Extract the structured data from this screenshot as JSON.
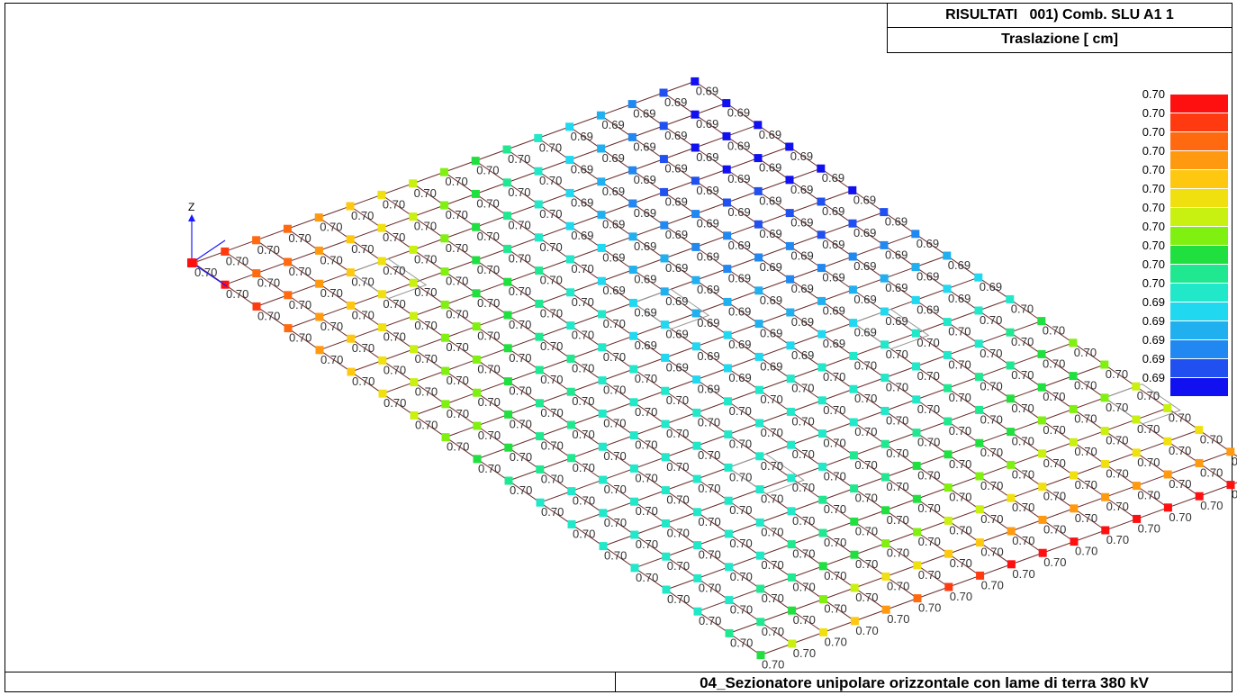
{
  "header": {
    "result_title": "RISULTATI   001) Comb. SLU A1 1",
    "quantity_title": "Traslazione [ cm]"
  },
  "footer": {
    "model_name": "04_Sezionatore unipolare orizzontale con lame di terra 380 kV"
  },
  "axis": {
    "z_label": "Z"
  },
  "legend": {
    "entries": [
      {
        "label": "0.70",
        "color": "#ff1010"
      },
      {
        "label": "0.70",
        "color": "#ff3a10"
      },
      {
        "label": "0.70",
        "color": "#ff6a10"
      },
      {
        "label": "0.70",
        "color": "#ff9a10"
      },
      {
        "label": "0.70",
        "color": "#ffc810"
      },
      {
        "label": "0.70",
        "color": "#f0e010"
      },
      {
        "label": "0.70",
        "color": "#c8f010"
      },
      {
        "label": "0.70",
        "color": "#80f010"
      },
      {
        "label": "0.70",
        "color": "#20e040"
      },
      {
        "label": "0.70",
        "color": "#20e890"
      },
      {
        "label": "0.70",
        "color": "#20e8c8"
      },
      {
        "label": "0.69",
        "color": "#20d8f0"
      },
      {
        "label": "0.69",
        "color": "#20b0f0"
      },
      {
        "label": "0.69",
        "color": "#2088f0"
      },
      {
        "label": "0.69",
        "color": "#2050f0"
      },
      {
        "label": "0.69",
        "color": "#1010f0"
      }
    ]
  },
  "mesh": {
    "rows": 19,
    "cols": 17,
    "value_labels": {
      "high": "0.70",
      "low": "0.69"
    },
    "node_color_field": [
      [
        1,
        1,
        2,
        2,
        3,
        4,
        5,
        6,
        7,
        8,
        9,
        10,
        11,
        12,
        13,
        14,
        15
      ],
      [
        0,
        2,
        2,
        3,
        4,
        5,
        6,
        7,
        8,
        9,
        10,
        11,
        12,
        13,
        14,
        15,
        15
      ],
      [
        1,
        2,
        3,
        4,
        5,
        6,
        7,
        8,
        9,
        10,
        11,
        12,
        13,
        14,
        15,
        15,
        15
      ],
      [
        2,
        3,
        4,
        5,
        6,
        7,
        8,
        9,
        10,
        11,
        12,
        13,
        14,
        14,
        15,
        15,
        15
      ],
      [
        3,
        4,
        5,
        6,
        7,
        8,
        8,
        9,
        10,
        11,
        12,
        13,
        13,
        14,
        14,
        15,
        15
      ],
      [
        4,
        5,
        6,
        7,
        7,
        8,
        9,
        10,
        11,
        12,
        12,
        13,
        13,
        14,
        14,
        14,
        15
      ],
      [
        5,
        6,
        7,
        7,
        8,
        9,
        10,
        10,
        11,
        12,
        12,
        13,
        13,
        13,
        14,
        14,
        14
      ],
      [
        6,
        7,
        7,
        8,
        9,
        9,
        10,
        11,
        11,
        12,
        12,
        12,
        13,
        13,
        13,
        13,
        13
      ],
      [
        7,
        7,
        8,
        9,
        9,
        10,
        10,
        11,
        11,
        11,
        12,
        12,
        12,
        12,
        12,
        12,
        12
      ],
      [
        8,
        8,
        9,
        9,
        10,
        10,
        10,
        11,
        11,
        11,
        11,
        11,
        11,
        11,
        11,
        11,
        11
      ],
      [
        9,
        9,
        9,
        10,
        10,
        10,
        10,
        10,
        10,
        10,
        10,
        10,
        10,
        10,
        10,
        10,
        10
      ],
      [
        10,
        10,
        10,
        10,
        10,
        10,
        10,
        10,
        10,
        10,
        10,
        10,
        10,
        10,
        10,
        9,
        8
      ],
      [
        10,
        10,
        10,
        10,
        10,
        10,
        10,
        10,
        10,
        10,
        10,
        10,
        9,
        9,
        9,
        8,
        7
      ],
      [
        10,
        10,
        10,
        10,
        10,
        10,
        10,
        10,
        9,
        9,
        9,
        9,
        9,
        8,
        8,
        8,
        7
      ],
      [
        10,
        10,
        10,
        10,
        10,
        10,
        9,
        9,
        9,
        8,
        8,
        8,
        8,
        7,
        7,
        7,
        6
      ],
      [
        10,
        10,
        10,
        10,
        9,
        9,
        8,
        8,
        8,
        7,
        7,
        7,
        6,
        6,
        6,
        6,
        6
      ],
      [
        10,
        10,
        9,
        9,
        8,
        8,
        7,
        7,
        6,
        6,
        5,
        5,
        5,
        5,
        5,
        5,
        5
      ],
      [
        9,
        9,
        8,
        7,
        6,
        5,
        5,
        4,
        4,
        3,
        3,
        3,
        3,
        3,
        3,
        3,
        3
      ],
      [
        8,
        6,
        5,
        4,
        3,
        2,
        1,
        1,
        0,
        0,
        0,
        0,
        0,
        0,
        0,
        0,
        0
      ]
    ]
  },
  "colors": {
    "mesh_line": "#6b2a2a",
    "axis": "#1a1aff",
    "grid_element": "#999999"
  }
}
